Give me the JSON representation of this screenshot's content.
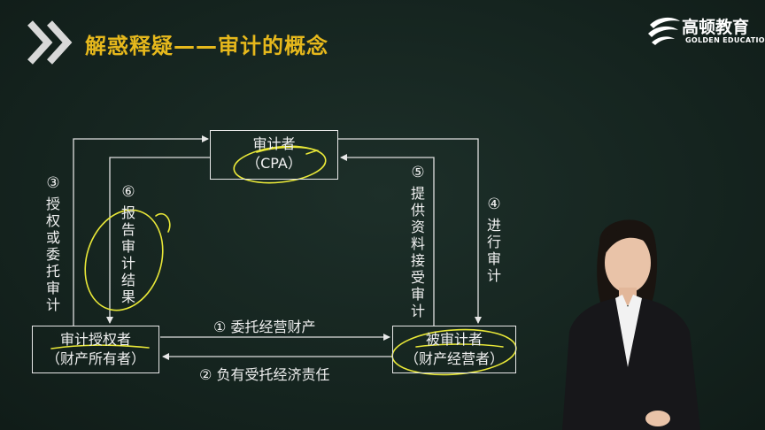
{
  "header": {
    "title": "解惑释疑——审计的概念"
  },
  "logo": {
    "brand": "高顿教育",
    "subtitle": "GOLDEN EDUCATION"
  },
  "diagram": {
    "auditor": {
      "line1": "审计者",
      "line2": "（CPA）"
    },
    "authorizer": {
      "line1": "审计授权者",
      "line2": "（财产所有者）"
    },
    "auditee": {
      "line1": "被审计者",
      "line2": "（财产经营者）"
    },
    "flows": [
      {
        "num": "①",
        "text": "委托经营财产"
      },
      {
        "num": "②",
        "text": "负有受托经济责任"
      },
      {
        "num": "③",
        "text": "授权或委托审计"
      },
      {
        "num": "④",
        "text": "进行审计"
      },
      {
        "num": "⑤",
        "text": "提供资料接受审计"
      },
      {
        "num": "⑥",
        "text": "报告审计结果"
      }
    ]
  },
  "colors": {
    "board": "#15241f",
    "title": "#e6b81c",
    "annotation": "#e9e838",
    "text": "#f0f0f0"
  }
}
